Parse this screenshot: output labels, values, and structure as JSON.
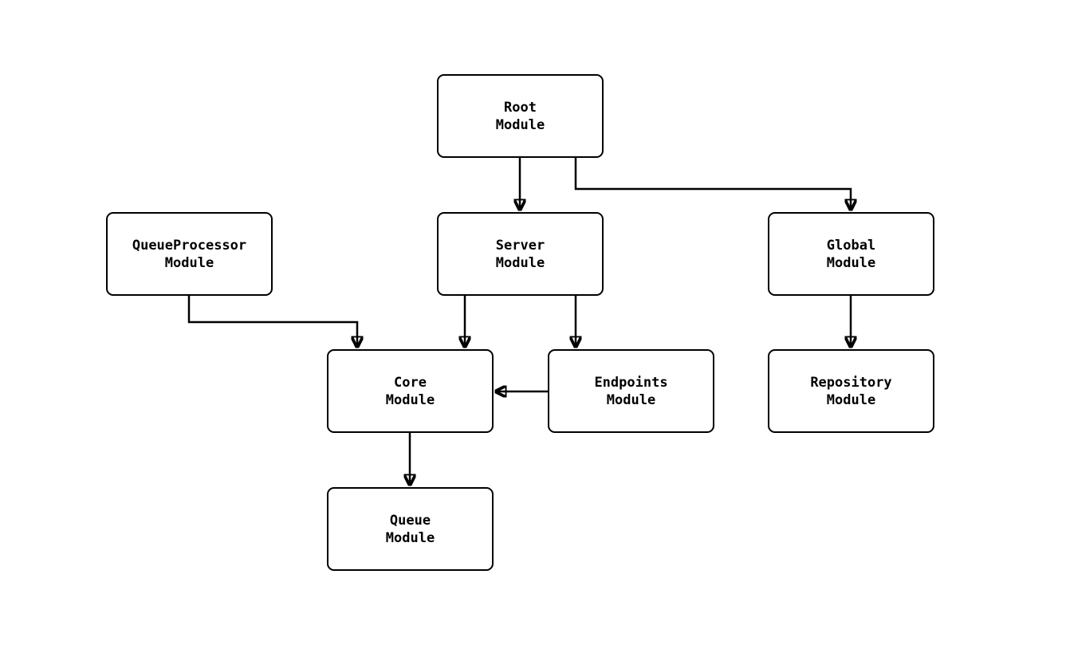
{
  "diagram": {
    "type": "module-dependency-graph",
    "nodes": [
      {
        "id": "root",
        "label": "Root\nModule"
      },
      {
        "id": "queueprocessor",
        "label": "QueueProcessor\nModule"
      },
      {
        "id": "server",
        "label": "Server\nModule"
      },
      {
        "id": "global",
        "label": "Global\nModule"
      },
      {
        "id": "core",
        "label": "Core\nModule"
      },
      {
        "id": "endpoints",
        "label": "Endpoints\nModule"
      },
      {
        "id": "repository",
        "label": "Repository\nModule"
      },
      {
        "id": "queue",
        "label": "Queue\nModule"
      }
    ],
    "edges": [
      {
        "from": "root",
        "to": "server"
      },
      {
        "from": "root",
        "to": "global"
      },
      {
        "from": "queueprocessor",
        "to": "core"
      },
      {
        "from": "server",
        "to": "core"
      },
      {
        "from": "server",
        "to": "endpoints"
      },
      {
        "from": "endpoints",
        "to": "core"
      },
      {
        "from": "global",
        "to": "repository"
      },
      {
        "from": "core",
        "to": "queue"
      }
    ],
    "colors": {
      "background": "#ffffff",
      "node_fill": "#ffffff",
      "node_border": "#000000",
      "edge": "#000000",
      "text": "#000000"
    }
  }
}
